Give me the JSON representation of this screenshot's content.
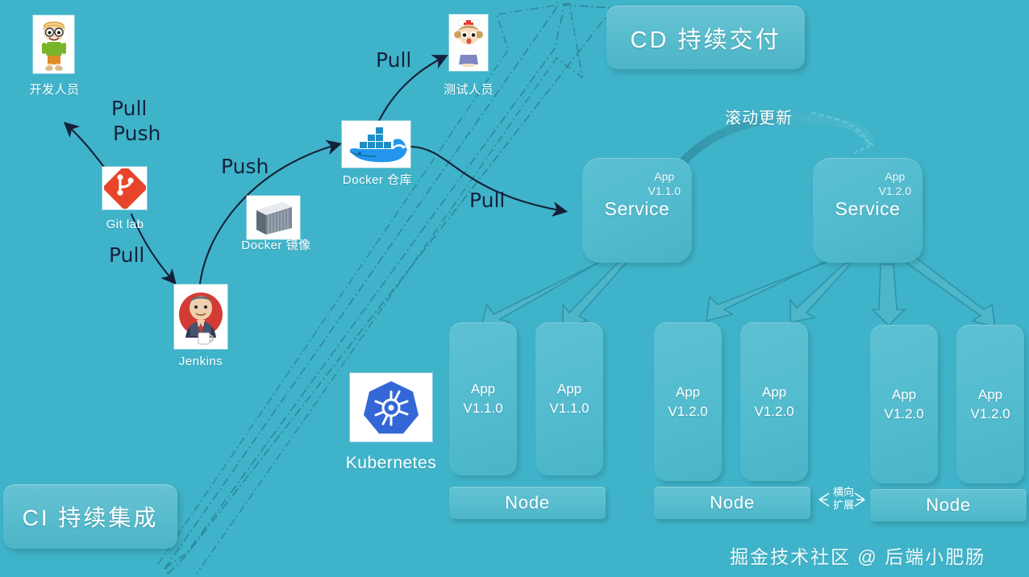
{
  "background_color": "#3fb3c9",
  "title_plates": [
    {
      "id": "cd",
      "label": "CD 持续交付"
    },
    {
      "id": "ci",
      "label": "CI 持续集成"
    }
  ],
  "actors": [
    {
      "id": "developer",
      "icon": "developer-avatar-icon",
      "label": "开发人员"
    },
    {
      "id": "tester",
      "icon": "tester-avatar-icon",
      "label": "测试人员"
    }
  ],
  "tools": [
    {
      "id": "gitlab",
      "icon": "gitlab-logo-icon",
      "label": "Git lab"
    },
    {
      "id": "jenkins",
      "icon": "jenkins-logo-icon",
      "label": "Jenkins"
    },
    {
      "id": "docker-image",
      "icon": "docker-image-icon",
      "label": "Docker 镜像"
    },
    {
      "id": "docker-registry",
      "icon": "docker-whale-icon",
      "label": "Docker 仓库"
    },
    {
      "id": "kubernetes",
      "icon": "kubernetes-logo-icon",
      "label": "Kubernetes"
    }
  ],
  "flow_labels": [
    {
      "id": "dev-pull",
      "text": "Pull"
    },
    {
      "id": "dev-push",
      "text": "Push"
    },
    {
      "id": "gitlab-pull",
      "text": "Pull"
    },
    {
      "id": "jenkins-push",
      "text": "Push"
    },
    {
      "id": "tester-pull",
      "text": "Pull"
    },
    {
      "id": "registry-pull",
      "text": "Pull"
    }
  ],
  "annotations": {
    "rolling_update": "滚动更新",
    "horizontal_scale_line1": "横向",
    "horizontal_scale_line2": "扩展"
  },
  "services": [
    {
      "id": "service-left",
      "name": "Service",
      "app": "App",
      "version": "V1.1.0"
    },
    {
      "id": "service-right",
      "name": "Service",
      "app": "App",
      "version": "V1.2.0"
    }
  ],
  "pods": [
    {
      "id": "pod-1",
      "app": "App",
      "version": "V1.1.0"
    },
    {
      "id": "pod-2",
      "app": "App",
      "version": "V1.1.0"
    },
    {
      "id": "pod-3",
      "app": "App",
      "version": "V1.2.0"
    },
    {
      "id": "pod-4",
      "app": "App",
      "version": "V1.2.0"
    },
    {
      "id": "pod-5",
      "app": "App",
      "version": "V1.2.0"
    },
    {
      "id": "pod-6",
      "app": "App",
      "version": "V1.2.0"
    }
  ],
  "nodes": [
    {
      "id": "node-1",
      "label": "Node"
    },
    {
      "id": "node-2",
      "label": "Node"
    },
    {
      "id": "node-3",
      "label": "Node"
    }
  ],
  "watermark": "掘金技术社区 @ 后端小肥肠"
}
